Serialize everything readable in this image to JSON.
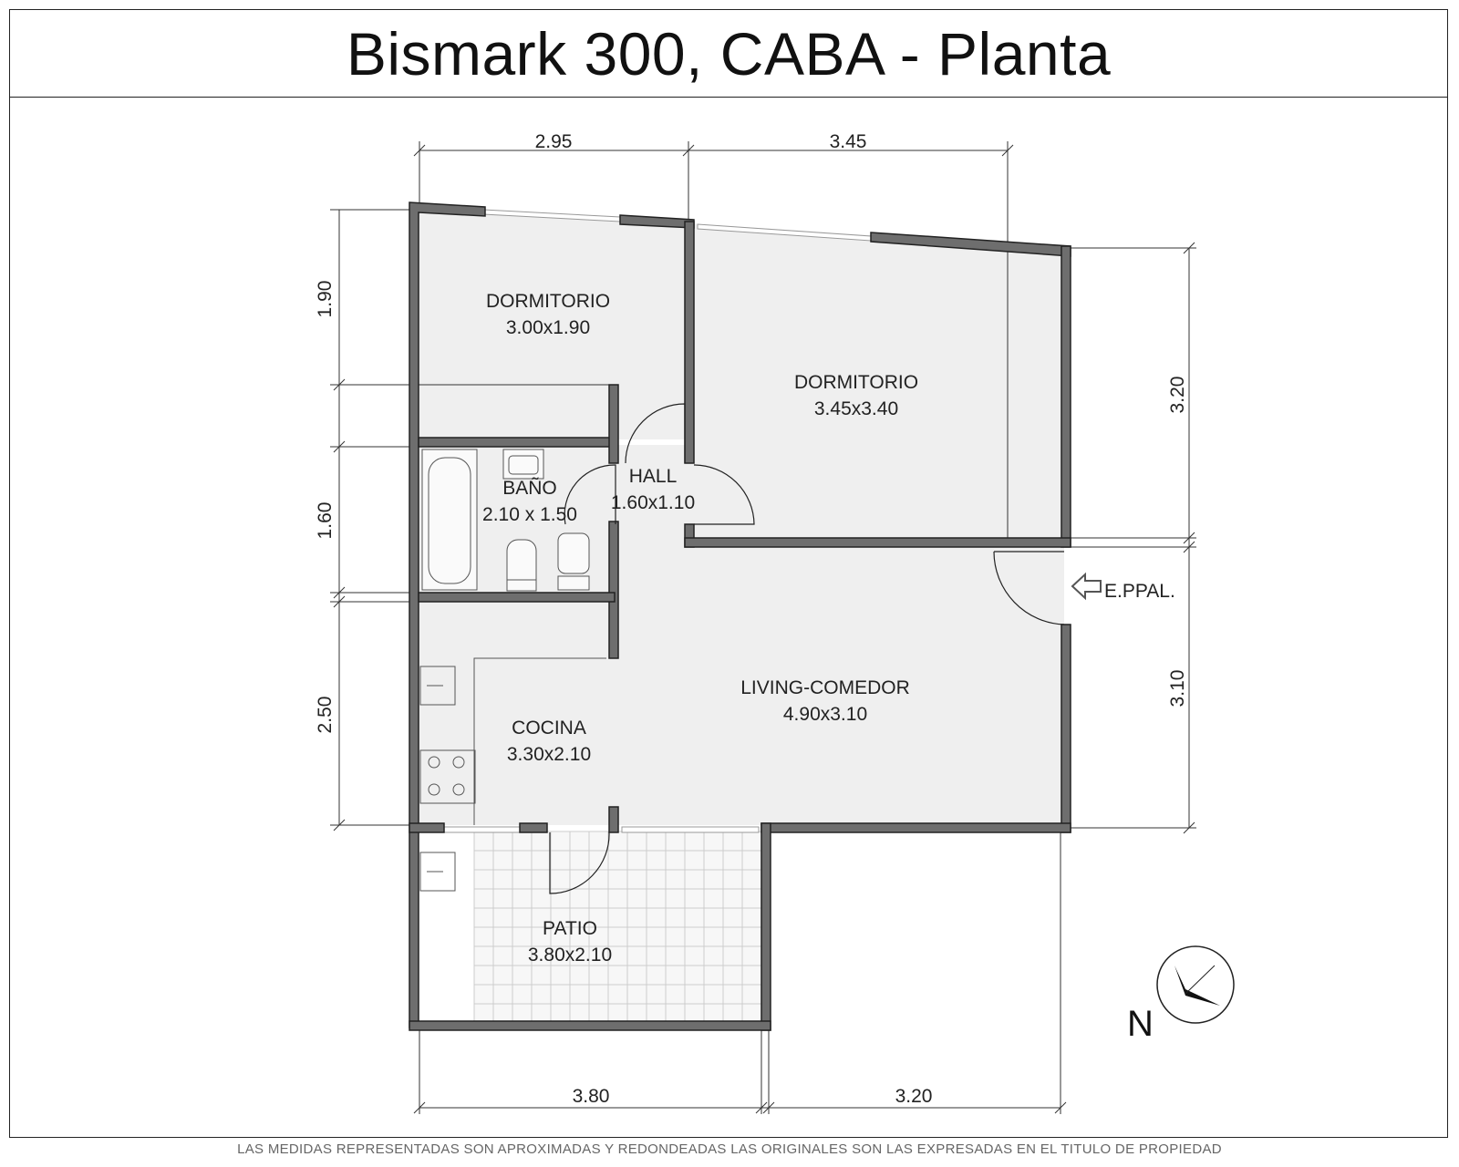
{
  "title": "Bismark 300, CABA - Planta",
  "footer_note": "LAS MEDIDAS REPRESENTADAS SON APROXIMADAS Y REDONDEADAS LAS ORIGINALES SON LAS EXPRESADAS EN EL TITULO DE PROPIEDAD",
  "rooms": {
    "dormitorio_1": {
      "name": "DORMITORIO",
      "size": "3.00x1.90"
    },
    "dormitorio_2": {
      "name": "DORMITORIO",
      "size": "3.45x3.40"
    },
    "bano": {
      "name": "BAÑO",
      "size": "2.10 x 1.50"
    },
    "hall": {
      "name": "HALL",
      "size": "1.60x1.10"
    },
    "living": {
      "name": "LIVING-COMEDOR",
      "size": "4.90x3.10"
    },
    "cocina": {
      "name": "COCINA",
      "size": "3.30x2.10"
    },
    "patio": {
      "name": "PATIO",
      "size": "3.80x2.10"
    }
  },
  "dimensions": {
    "top_left": "2.95",
    "top_right": "3.45",
    "left_1": "1.90",
    "left_2": "1.60",
    "left_3": "2.50",
    "right_1": "3.20",
    "right_2": "3.10",
    "bottom_left": "3.80",
    "bottom_right": "3.20"
  },
  "entrance_label": "E.PPAL.",
  "north_label": "N",
  "colors": {
    "wall": "#6e6e6e",
    "floor": "#efefef",
    "line": "#222222"
  }
}
